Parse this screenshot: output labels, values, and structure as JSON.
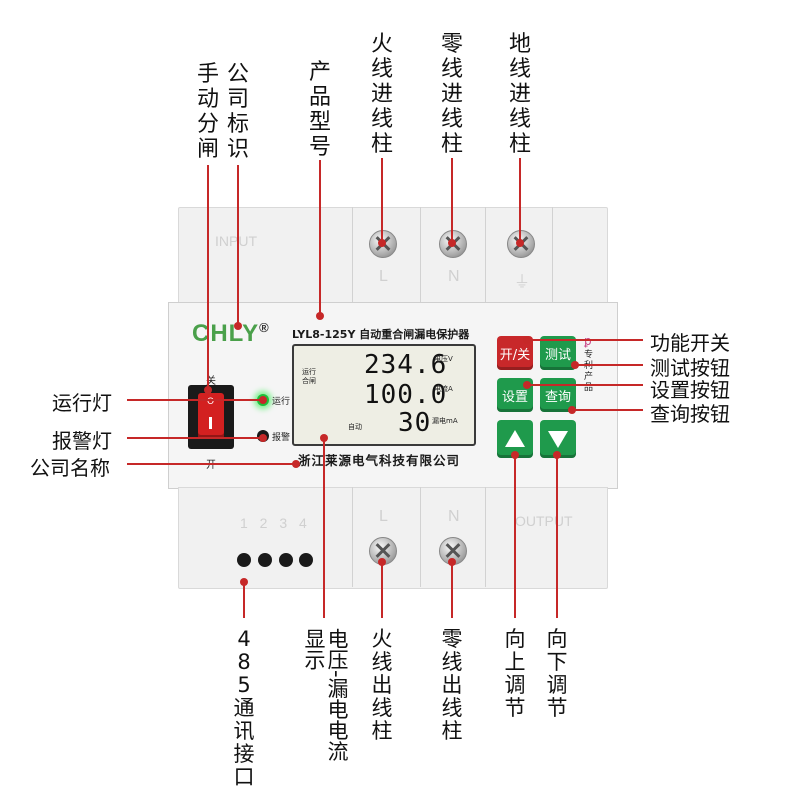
{
  "title_labels": {
    "manual_trip": "手动分闸",
    "company_logo": "公司标识",
    "model_number": "产品型号",
    "live_in": "火线进线柱",
    "neutral_in": "零线进线柱",
    "ground_in": "地线进线柱"
  },
  "left_labels": {
    "run_light": "运行灯",
    "alarm_light": "报警灯",
    "company_name": "公司名称"
  },
  "right_labels": {
    "power_switch": "功能开关",
    "test_button": "测试按钮",
    "settings_button": "设置按钮",
    "query_button": "查询按钮"
  },
  "bottom_labels": {
    "rs485": "485通讯接口",
    "display": "电压-漏电电流显示",
    "live_out": "火线出线柱",
    "neutral_out": "零线出线柱",
    "adjust_up": "向上调节",
    "adjust_down": "向下调节"
  },
  "device": {
    "brand": "CHLY",
    "registered": "®",
    "model": "LYL8-125Y 自动重合闸漏电保护器",
    "company": "浙江莱源电气科技有限公司",
    "switch_off": "关",
    "switch_on": "开",
    "switch_o": "O",
    "run_indicator": "运行",
    "alarm_indicator": "报警",
    "patent": "专利产品",
    "patent_mark": "ꝑ",
    "terminal_top": [
      "L",
      "N",
      "⏚"
    ],
    "terminal_bottom": [
      "L",
      "N"
    ],
    "input_mark": "INPUT",
    "output_mark": "OUTPUT",
    "port_numbers": "1 2 3 4",
    "buttons": {
      "onoff": "开/关",
      "test": "测试",
      "settings": "设置",
      "query": "查询"
    },
    "lcd": {
      "status_top": "运行\n合闸",
      "status_auto": "自动",
      "voltage": "234.6",
      "voltage_unit": "电压V",
      "current": "100.0",
      "current_unit": "电流A",
      "leakage": "30",
      "leakage_unit": "漏电mA"
    }
  },
  "colors": {
    "callout": "#c62828",
    "brand_green": "#4aa04a",
    "button_green": "#1f9a4c",
    "button_red": "#c8282a",
    "switch_red": "#d32020"
  }
}
